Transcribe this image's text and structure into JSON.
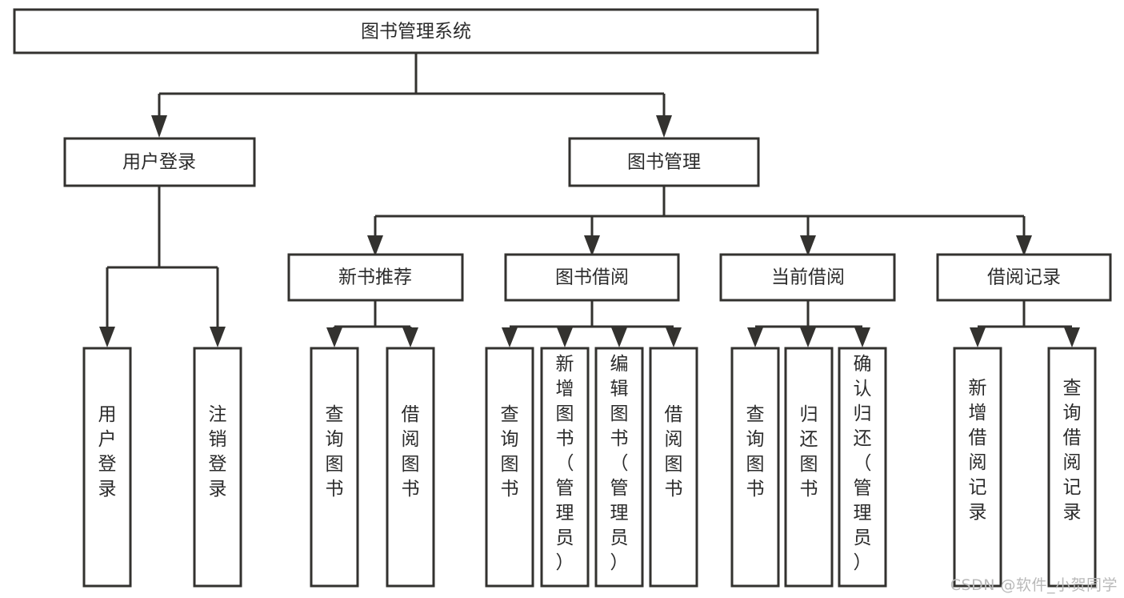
{
  "diagram": {
    "title": "图书管理系统",
    "type": "hierarchy-tree",
    "watermark": "CSDN @软件_小贺同学",
    "colors": {
      "box_stroke": "#33322f",
      "box_fill": "#ffffff",
      "text": "#2b2b2b",
      "background": "#ffffff",
      "watermark": "#b9b9b9"
    },
    "levels": [
      {
        "level": 1,
        "nodes": [
          {
            "id": "root",
            "label": "图书管理系统",
            "orientation": "horizontal"
          }
        ]
      },
      {
        "level": 2,
        "nodes": [
          {
            "id": "login",
            "label": "用户登录",
            "orientation": "horizontal",
            "parent": "root"
          },
          {
            "id": "bookmgmt",
            "label": "图书管理",
            "orientation": "horizontal",
            "parent": "root"
          }
        ]
      },
      {
        "level": 3,
        "nodes": [
          {
            "id": "newbook",
            "label": "新书推荐",
            "orientation": "horizontal",
            "parent": "bookmgmt"
          },
          {
            "id": "borrow",
            "label": "图书借阅",
            "orientation": "horizontal",
            "parent": "bookmgmt"
          },
          {
            "id": "current",
            "label": "当前借阅",
            "orientation": "horizontal",
            "parent": "bookmgmt"
          },
          {
            "id": "records",
            "label": "借阅记录",
            "orientation": "horizontal",
            "parent": "bookmgmt"
          }
        ]
      },
      {
        "level": 4,
        "nodes": [
          {
            "id": "leaf1",
            "label": "用户登录",
            "orientation": "vertical",
            "parent": "login"
          },
          {
            "id": "leaf2",
            "label": "注销登录",
            "orientation": "vertical",
            "parent": "login"
          },
          {
            "id": "leaf3",
            "label": "查询图书",
            "orientation": "vertical",
            "parent": "newbook"
          },
          {
            "id": "leaf4",
            "label": "借阅图书",
            "orientation": "vertical",
            "parent": "newbook"
          },
          {
            "id": "leaf5",
            "label": "查询图书",
            "orientation": "vertical",
            "parent": "borrow"
          },
          {
            "id": "leaf6",
            "label": "新增图书（管理员）",
            "orientation": "vertical",
            "parent": "borrow"
          },
          {
            "id": "leaf7",
            "label": "编辑图书（管理员）",
            "orientation": "vertical",
            "parent": "borrow"
          },
          {
            "id": "leaf8",
            "label": "借阅图书",
            "orientation": "vertical",
            "parent": "borrow"
          },
          {
            "id": "leaf9",
            "label": "查询图书",
            "orientation": "vertical",
            "parent": "current"
          },
          {
            "id": "leaf10",
            "label": "归还图书",
            "orientation": "vertical",
            "parent": "current"
          },
          {
            "id": "leaf11",
            "label": "确认归还（管理员）",
            "orientation": "vertical",
            "parent": "current"
          },
          {
            "id": "leaf12",
            "label": "新增借阅记录",
            "orientation": "vertical",
            "parent": "records"
          },
          {
            "id": "leaf13",
            "label": "查询借阅记录",
            "orientation": "vertical",
            "parent": "records"
          }
        ]
      }
    ]
  }
}
